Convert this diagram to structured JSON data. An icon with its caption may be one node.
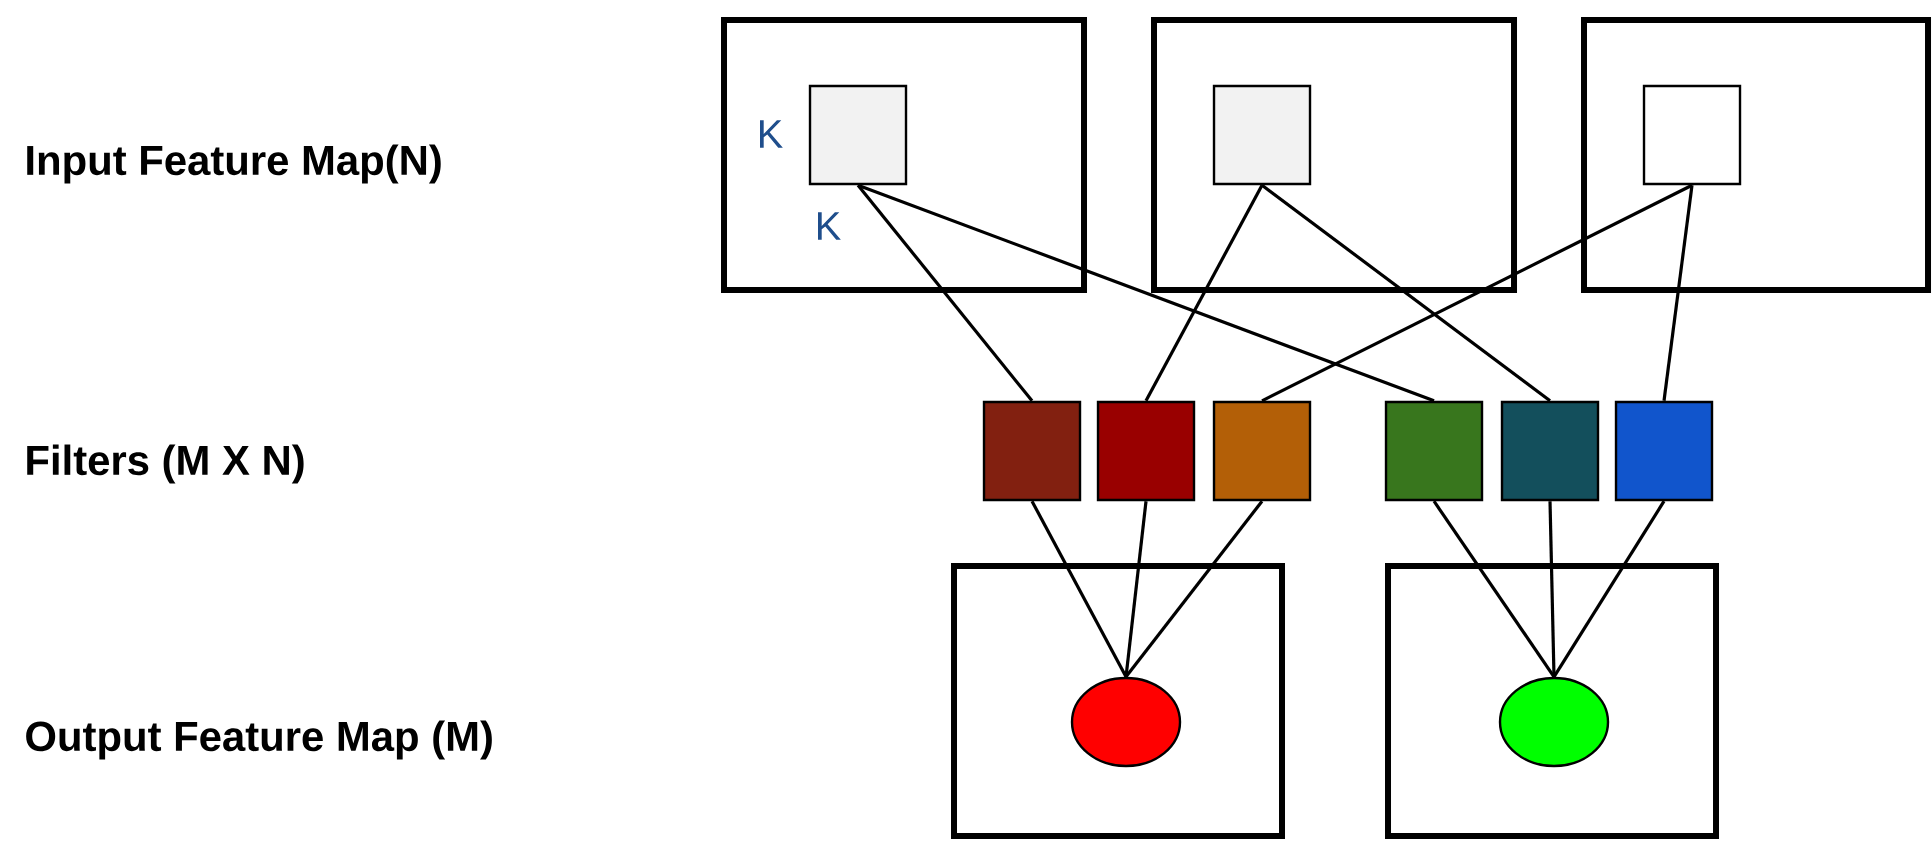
{
  "diagram": {
    "nodes": [
      {
        "text": [],
        "shape": "box"
      },
      {
        "text": [],
        "shape": "box",
        "in": 0,
        "beside": [
          "K",
          "K"
        ]
      },
      {
        "text": [],
        "shape": "box"
      },
      {
        "text": [],
        "shape": "box",
        "in": 2
      },
      {
        "text": [],
        "shape": "box"
      },
      {
        "text": [],
        "shape": "box",
        "in": 4
      },
      {
        "text": [],
        "shape": "box"
      },
      {
        "text": [],
        "shape": "box"
      },
      {
        "text": [],
        "shape": "box"
      },
      {
        "text": [],
        "shape": "box"
      },
      {
        "text": [],
        "shape": "box"
      },
      {
        "text": [],
        "shape": "box"
      },
      {
        "text": [],
        "shape": "box"
      },
      {
        "text": [],
        "shape": "circle",
        "in": 12
      },
      {
        "text": [],
        "shape": "box"
      },
      {
        "text": [],
        "shape": "circle",
        "in": 14
      }
    ],
    "edges": [
      {
        "from": 1,
        "to": 6,
        "arrow": "none"
      },
      {
        "from": 1,
        "to": 9,
        "arrow": "none"
      },
      {
        "from": 3,
        "to": 7,
        "arrow": "none"
      },
      {
        "from": 3,
        "to": 10,
        "arrow": "none"
      },
      {
        "from": 5,
        "to": 8,
        "arrow": "none"
      },
      {
        "from": 5,
        "to": 11,
        "arrow": "none"
      },
      {
        "from": 6,
        "to": 13,
        "arrow": "none"
      },
      {
        "from": 7,
        "to": 13,
        "arrow": "none"
      },
      {
        "from": 8,
        "to": 13,
        "arrow": "none"
      },
      {
        "from": 9,
        "to": 15,
        "arrow": "none"
      },
      {
        "from": 10,
        "to": 15,
        "arrow": "none"
      },
      {
        "from": 11,
        "to": 15,
        "arrow": "none"
      }
    ],
    "labels": [
      "Input Feature Map(N)",
      "Filters (M X N)",
      "Output Feature Map (M)"
    ]
  }
}
